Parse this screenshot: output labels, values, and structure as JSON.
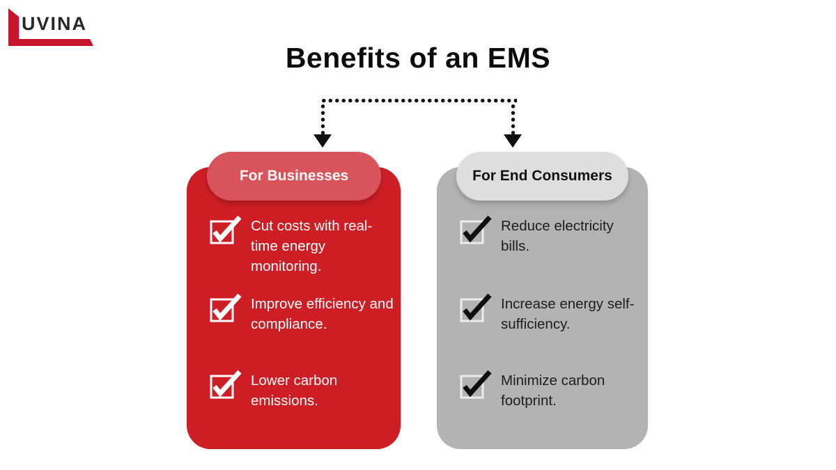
{
  "logo": {
    "text": "UVINA",
    "brand_red": "#c9152c",
    "text_color": "#2a2526"
  },
  "title": "Benefits of an EMS",
  "connector": {
    "style": "dotted",
    "color": "#101010",
    "arrows": 2
  },
  "columns": [
    {
      "id": "businesses",
      "header": "For Businesses",
      "card_color": "#cd1e25",
      "pill_color": "#d9545a",
      "header_text_color": "#ffffff",
      "item_text_color": "#ffffff",
      "items": [
        "Cut costs with real-time energy monitoring.",
        "Improve efficiency and compliance.",
        "Lower carbon emissions."
      ]
    },
    {
      "id": "end-consumers",
      "header": "For End Consumers",
      "card_color": "#b4b3b3",
      "pill_color": "#dedede",
      "header_text_color": "#111111",
      "item_text_color": "#1d1d1d",
      "items": [
        "Reduce electricity bills.",
        "Increase energy self-sufficiency.",
        "Minimize carbon footprint."
      ]
    }
  ]
}
